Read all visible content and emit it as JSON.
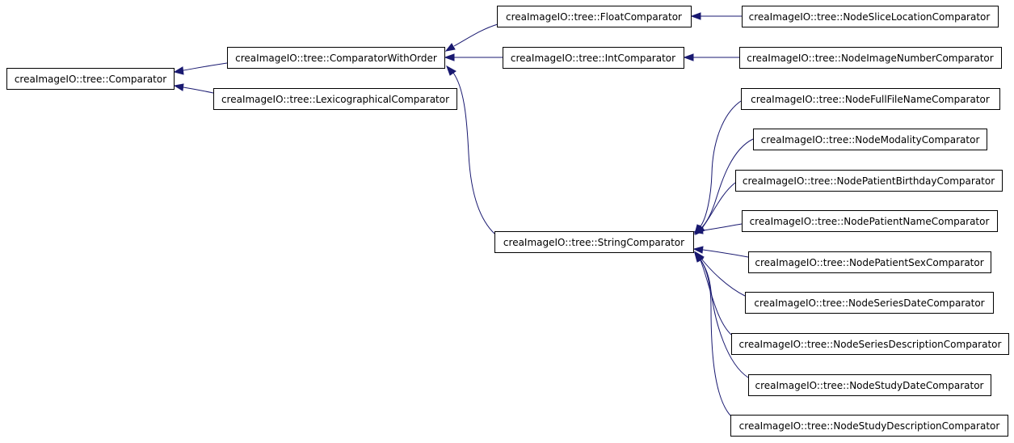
{
  "colors": {
    "edge": "#191970",
    "node_border": "#000000",
    "node_fill": "#ffffff"
  },
  "nodes": {
    "comparator": "creaImageIO::tree::Comparator",
    "comparator_with_order": "creaImageIO::tree::ComparatorWithOrder",
    "lexicographical_comparator": "creaImageIO::tree::LexicographicalComparator",
    "float_comparator": "creaImageIO::tree::FloatComparator",
    "int_comparator": "creaImageIO::tree::IntComparator",
    "string_comparator": "creaImageIO::tree::StringComparator",
    "node_slice_location_comparator": "creaImageIO::tree::NodeSliceLocationComparator",
    "node_image_number_comparator": "creaImageIO::tree::NodeImageNumberComparator",
    "node_full_file_name_comparator": "creaImageIO::tree::NodeFullFileNameComparator",
    "node_modality_comparator": "creaImageIO::tree::NodeModalityComparator",
    "node_patient_birthday_comparator": "creaImageIO::tree::NodePatientBirthdayComparator",
    "node_patient_name_comparator": "creaImageIO::tree::NodePatientNameComparator",
    "node_patient_sex_comparator": "creaImageIO::tree::NodePatientSexComparator",
    "node_series_date_comparator": "creaImageIO::tree::NodeSeriesDateComparator",
    "node_series_description_comparator": "creaImageIO::tree::NodeSeriesDescriptionComparator",
    "node_study_date_comparator": "creaImageIO::tree::NodeStudyDateComparator",
    "node_study_description_comparator": "creaImageIO::tree::NodeStudyDescriptionComparator"
  },
  "edges": [
    {
      "from": "comparator_with_order",
      "to": "comparator"
    },
    {
      "from": "lexicographical_comparator",
      "to": "comparator"
    },
    {
      "from": "float_comparator",
      "to": "comparator_with_order"
    },
    {
      "from": "int_comparator",
      "to": "comparator_with_order"
    },
    {
      "from": "string_comparator",
      "to": "comparator_with_order"
    },
    {
      "from": "node_slice_location_comparator",
      "to": "float_comparator"
    },
    {
      "from": "node_image_number_comparator",
      "to": "int_comparator"
    },
    {
      "from": "node_full_file_name_comparator",
      "to": "string_comparator"
    },
    {
      "from": "node_modality_comparator",
      "to": "string_comparator"
    },
    {
      "from": "node_patient_birthday_comparator",
      "to": "string_comparator"
    },
    {
      "from": "node_patient_name_comparator",
      "to": "string_comparator"
    },
    {
      "from": "node_patient_sex_comparator",
      "to": "string_comparator"
    },
    {
      "from": "node_series_date_comparator",
      "to": "string_comparator"
    },
    {
      "from": "node_series_description_comparator",
      "to": "string_comparator"
    },
    {
      "from": "node_study_date_comparator",
      "to": "string_comparator"
    },
    {
      "from": "node_study_description_comparator",
      "to": "string_comparator"
    }
  ]
}
